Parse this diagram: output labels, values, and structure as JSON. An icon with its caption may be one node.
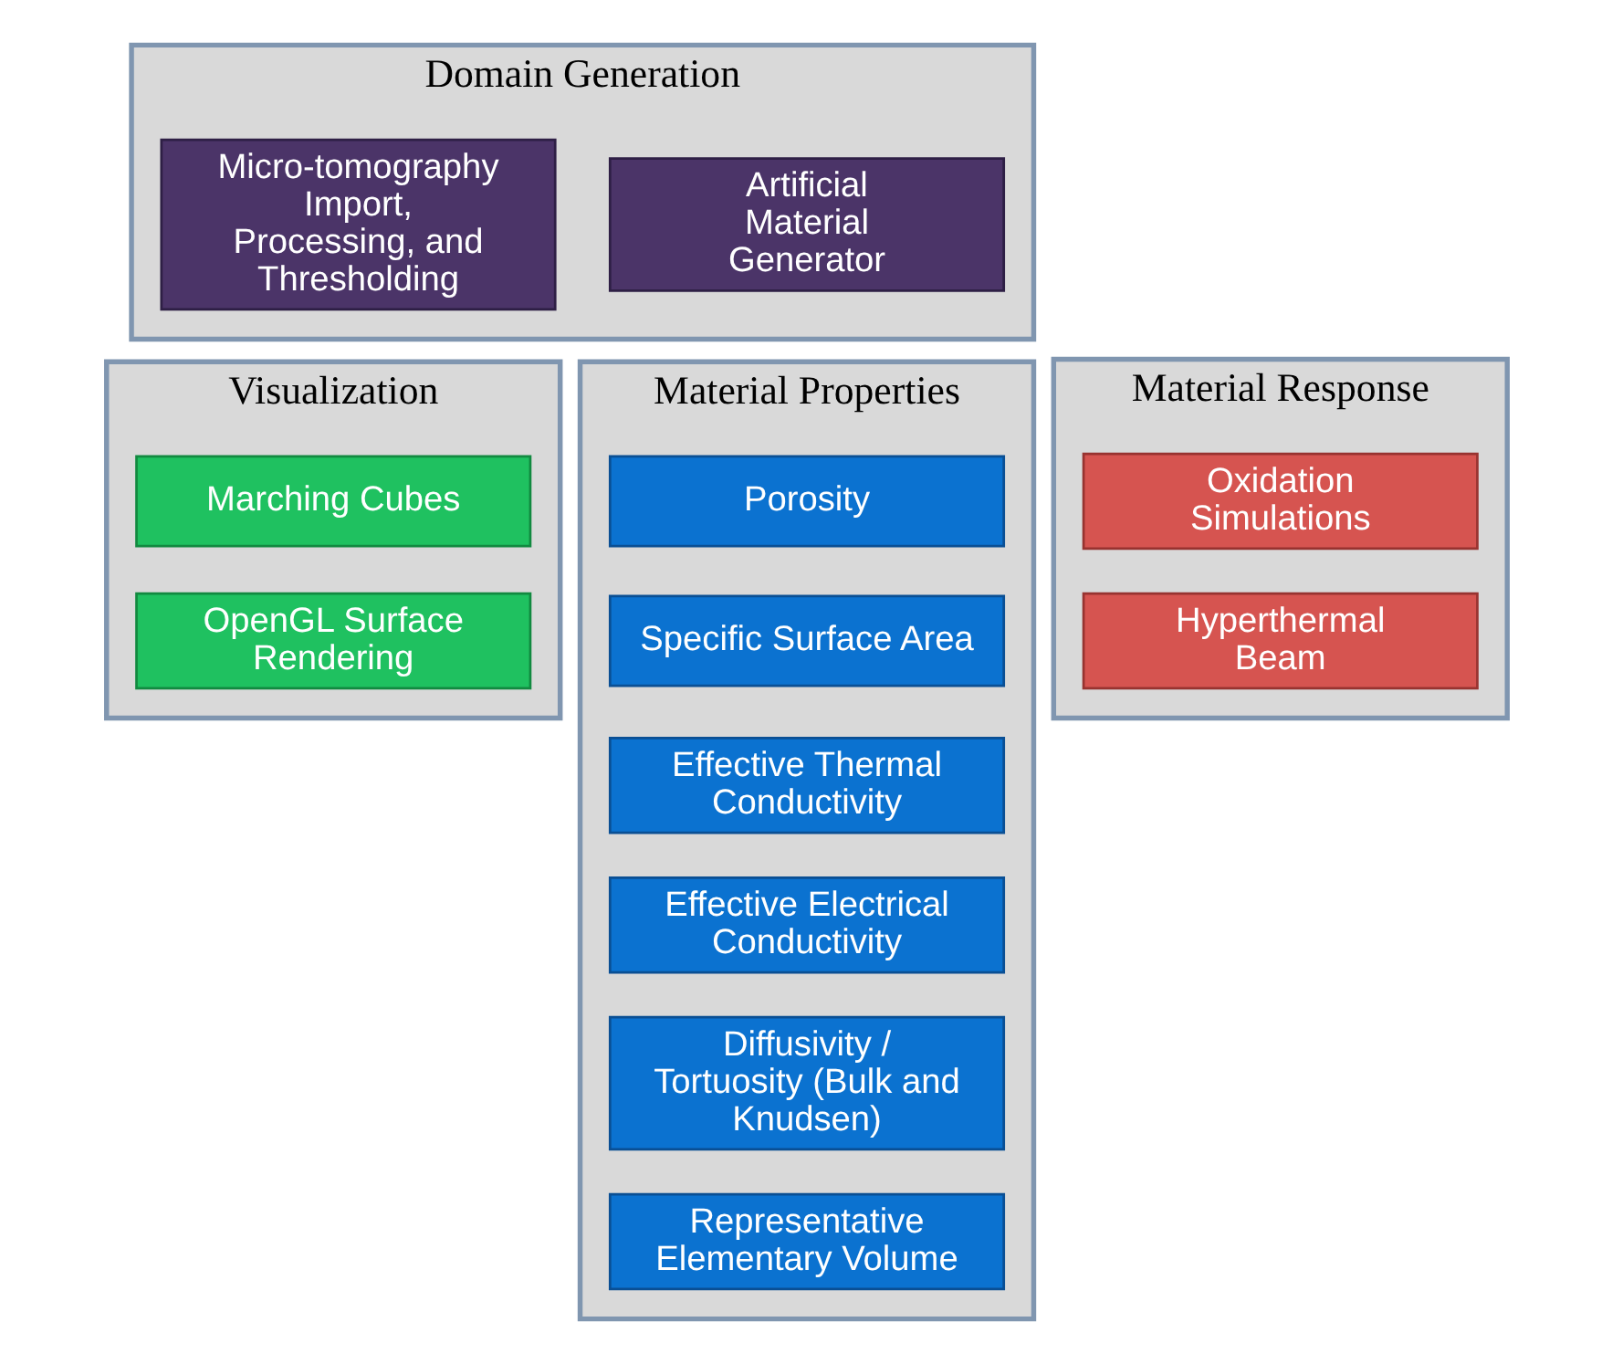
{
  "diagram": {
    "nodes": [
      {
        "text": [
          "Domain Generation"
        ]
      },
      {
        "text": [
          "Artificial Material Generator"
        ],
        "in": 0
      },
      {
        "text": [
          "Micro-tomography Import, Processing, and Thresholding"
        ],
        "in": 0
      },
      {
        "text": [
          "Visualization"
        ]
      },
      {
        "text": [
          "Marching Cubes"
        ],
        "in": 3
      },
      {
        "text": [
          "OpenGL Surface Rendering"
        ],
        "in": 3
      },
      {
        "text": [
          "Material Properties"
        ]
      },
      {
        "text": [
          "Porosity"
        ],
        "in": 6
      },
      {
        "text": [
          "Specific Surface Area"
        ],
        "in": 6
      },
      {
        "text": [
          "Effective Thermal Conductivity"
        ],
        "in": 6
      },
      {
        "text": [
          "Effective Electrical Conductivity"
        ],
        "in": 6
      },
      {
        "text": [
          "Diffusivity / Tortuosity (Bulk and Knudsen)"
        ],
        "in": 6
      },
      {
        "text": [
          "Representative Elementary Volume"
        ],
        "in": 6
      },
      {
        "text": [
          "Material Response"
        ]
      },
      {
        "text": [
          "Oxidation Simulations"
        ],
        "in": 13
      },
      {
        "text": [
          "Hyperthermal Beam"
        ],
        "in": 13
      }
    ]
  }
}
